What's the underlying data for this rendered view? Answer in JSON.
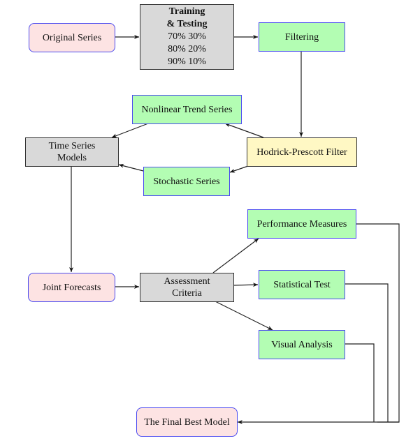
{
  "nodes": {
    "original_series": "Original Series",
    "training_testing": {
      "title_line1": "Training",
      "title_line2": "& Testing",
      "splits": [
        "70% 30%",
        "80% 20%",
        "90% 10%"
      ]
    },
    "filtering": "Filtering",
    "nonlinear_trend_series": "Nonlinear Trend Series",
    "hodrick_prescott_filter": "Hodrick-Prescott Filter",
    "time_series_models": {
      "line1": "Time Series",
      "line2": "Models"
    },
    "stochastic_series": "Stochastic Series",
    "performance_measures": "Performance Measures",
    "joint_forecasts": "Joint Forecasts",
    "assessment_criteria": {
      "line1": "Assessment",
      "line2": "Criteria"
    },
    "statistical_test": "Statistical Test",
    "visual_analysis": "Visual Analysis",
    "final_best_model": "The Final Best Model"
  },
  "edges": [
    {
      "from": "original_series",
      "to": "training_testing"
    },
    {
      "from": "training_testing",
      "to": "filtering"
    },
    {
      "from": "filtering",
      "to": "hodrick_prescott_filter"
    },
    {
      "from": "hodrick_prescott_filter",
      "to": "nonlinear_trend_series"
    },
    {
      "from": "hodrick_prescott_filter",
      "to": "stochastic_series"
    },
    {
      "from": "nonlinear_trend_series",
      "to": "time_series_models"
    },
    {
      "from": "stochastic_series",
      "to": "time_series_models"
    },
    {
      "from": "time_series_models",
      "to": "joint_forecasts"
    },
    {
      "from": "joint_forecasts",
      "to": "assessment_criteria"
    },
    {
      "from": "assessment_criteria",
      "to": "performance_measures"
    },
    {
      "from": "assessment_criteria",
      "to": "statistical_test"
    },
    {
      "from": "assessment_criteria",
      "to": "visual_analysis"
    },
    {
      "from": "performance_measures",
      "to": "final_best_model"
    },
    {
      "from": "statistical_test",
      "to": "final_best_model"
    },
    {
      "from": "visual_analysis",
      "to": "final_best_model"
    }
  ],
  "colors": {
    "start_end_fill": "#fde3e3",
    "process_fill": "#b3fdb3",
    "model_fill": "#d9d9d9",
    "filter_fill": "#fff8c4",
    "border_blue": "#4a4af0"
  }
}
